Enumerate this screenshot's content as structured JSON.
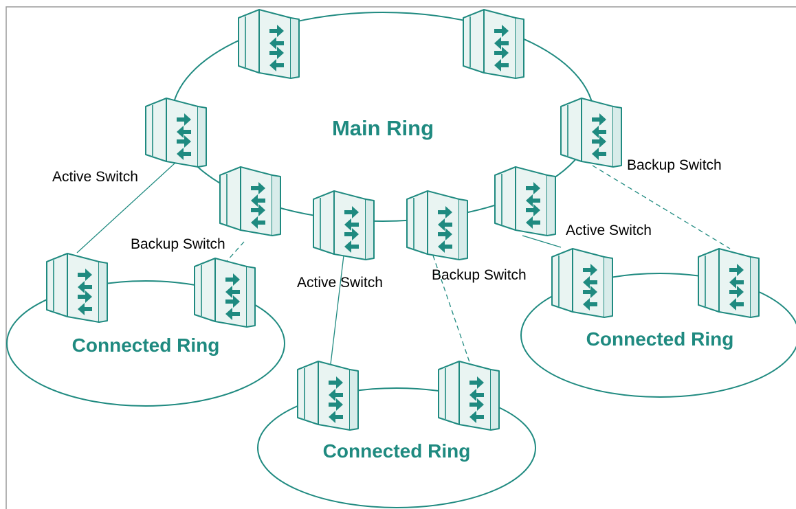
{
  "colors": {
    "accent": "#1f8a80",
    "accent_light": "#e6f3f1",
    "label": "#000000"
  },
  "rings": {
    "main": "Main Ring",
    "connected_left": "Connected Ring",
    "connected_center": "Connected Ring",
    "connected_right": "Connected Ring"
  },
  "labels": {
    "left_active": "Active Switch",
    "left_backup": "Backup Switch",
    "center_active": "Active Switch",
    "center_backup": "Backup Switch",
    "right_active": "Active Switch",
    "right_backup": "Backup Switch"
  },
  "switch_icon": "switch-icon"
}
